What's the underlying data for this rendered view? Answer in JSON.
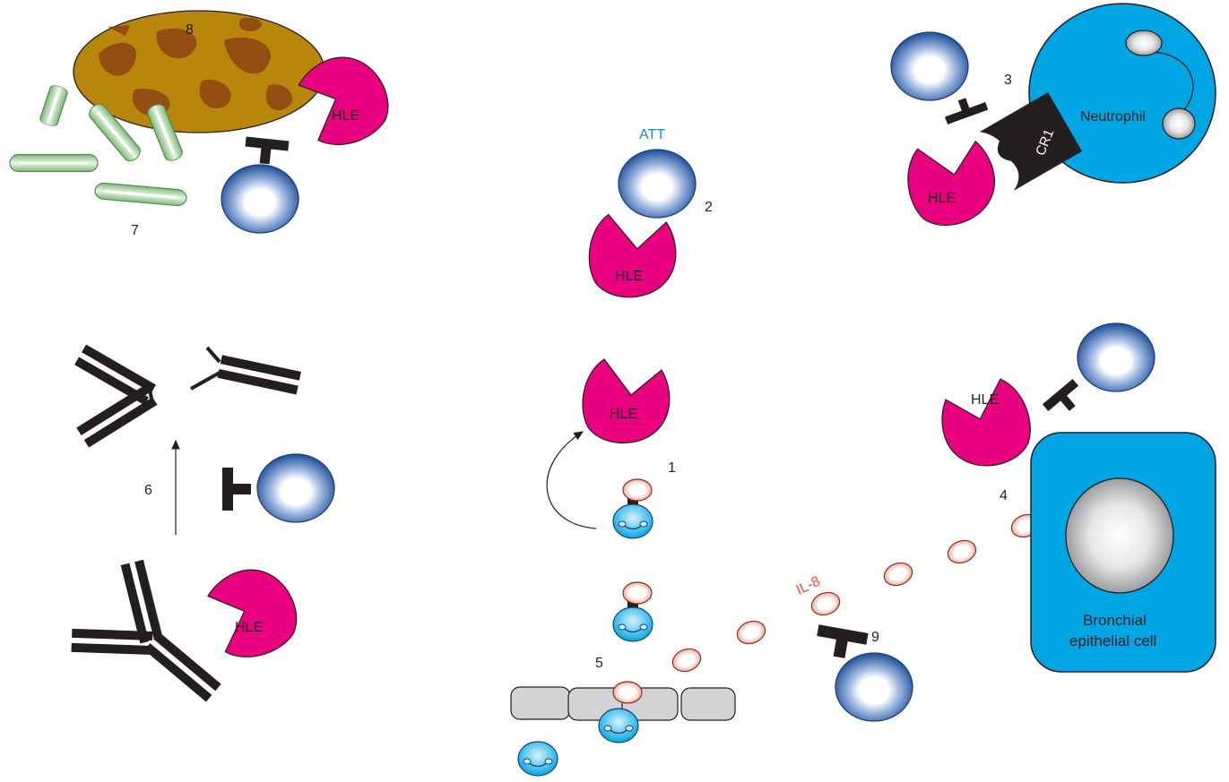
{
  "labels": {
    "hle": "HLE",
    "att": "ATT",
    "neutrophil": "Neutrophil",
    "cr1": "CR1",
    "bronchial_line1": "Bronchial",
    "bronchial_line2": "epithelial cell",
    "il8": "IL-8"
  },
  "steps": [
    "1",
    "2",
    "3",
    "4",
    "5",
    "6",
    "7",
    "8",
    "9"
  ],
  "colors": {
    "hle": "#e8007e",
    "cell_blue": "#00a6e4",
    "antibody": "#231f20",
    "il8_label": "#e94e3c",
    "att_label": "#1e88c8",
    "bacteria": "#9fd29a",
    "mucus": "#b8860b",
    "membrane": "#d1d3d4"
  }
}
